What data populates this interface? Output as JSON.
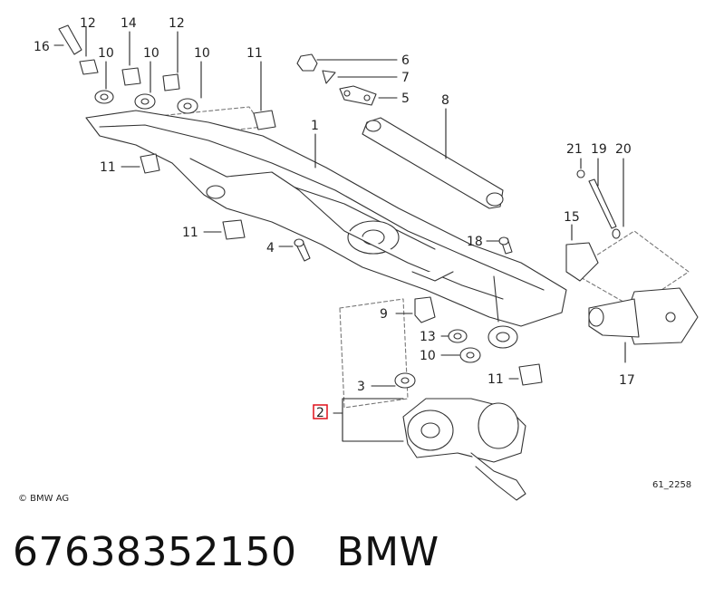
{
  "diagram": {
    "callouts": {
      "c1": "1",
      "c2": "2",
      "c3": "3",
      "c4": "4",
      "c5": "5",
      "c6": "6",
      "c7": "7",
      "c8": "8",
      "c9": "9",
      "c10a": "10",
      "c10b": "10",
      "c10c": "10",
      "c10d": "10",
      "c11a": "11",
      "c11b": "11",
      "c11c": "11",
      "c11d": "11",
      "c12a": "12",
      "c12b": "12",
      "c13": "13",
      "c14": "14",
      "c15": "15",
      "c16": "16",
      "c17": "17",
      "c18": "18",
      "c19": "19",
      "c20": "20",
      "c21": "21"
    },
    "copyright": "© BMW AG",
    "drawing_code": "61_2258",
    "highlight_color": "#e0101a"
  },
  "caption": {
    "part_number": "67638352150",
    "brand": "BMW"
  }
}
